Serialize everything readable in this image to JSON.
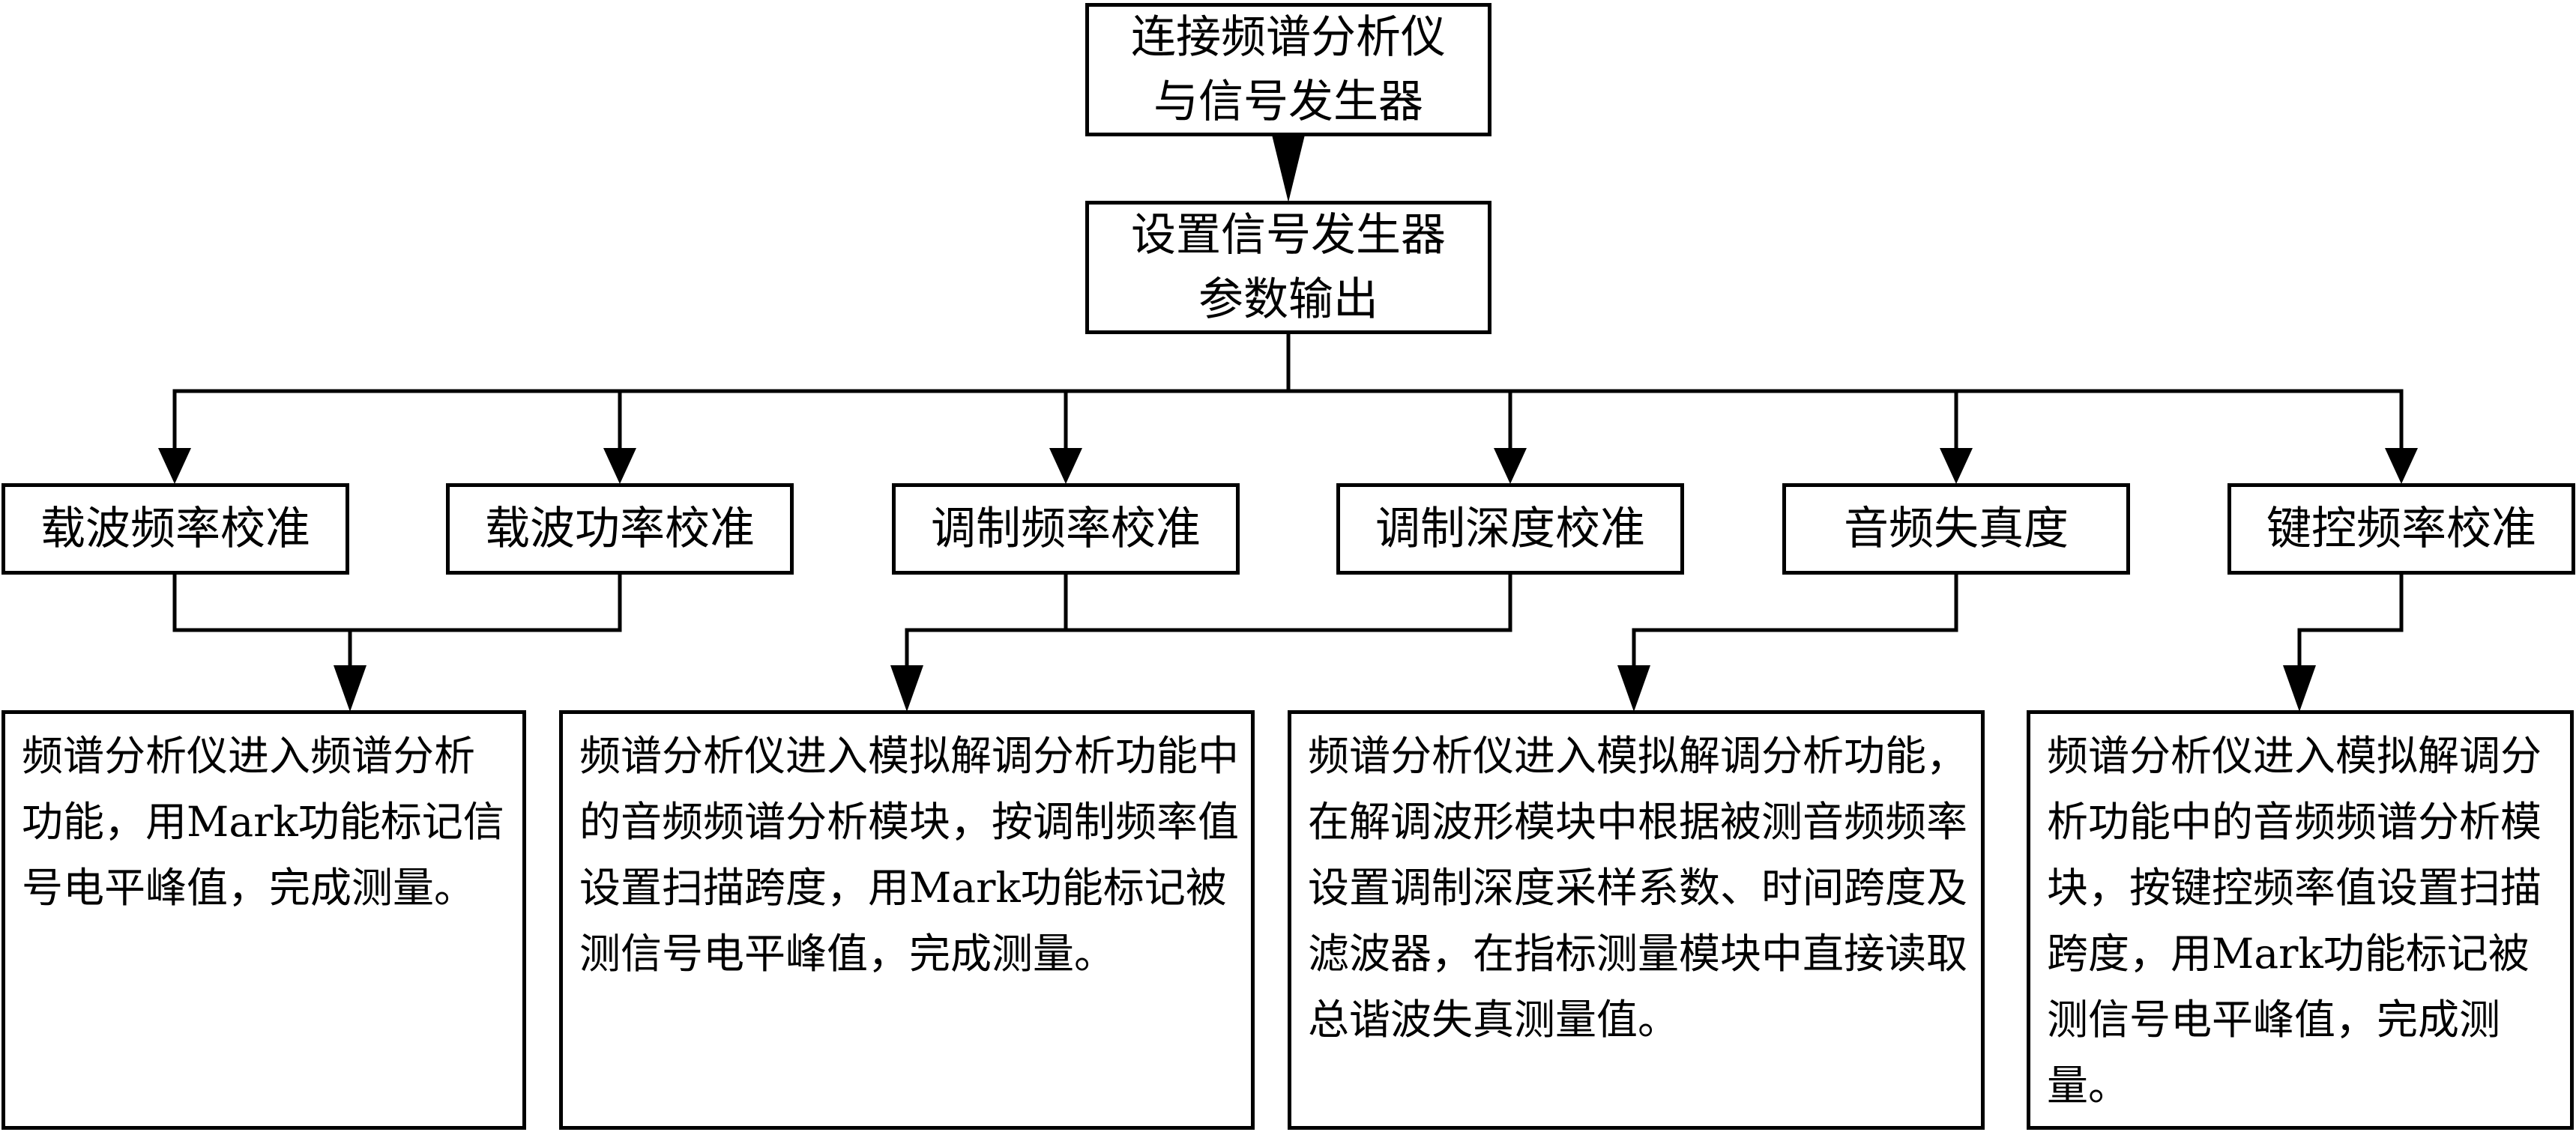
{
  "diagram": {
    "nodes": {
      "connect": "连接频谱分析仪与信号发生器",
      "setup": "设置信号发生器参数输出",
      "carrier_freq": "载波频率校准",
      "carrier_power": "载波功率校准",
      "mod_freq": "调制频率校准",
      "mod_depth": "调制深度校准",
      "audio_distortion": "音频失真度",
      "keying_freq": "键控频率校准",
      "proc_spectrum": "频谱分析仪进入频谱分析功能，用Mark功能标记信号电平峰值，完成测量。",
      "proc_audio_spectrum": "频谱分析仪进入模拟解调分析功能中的音频频谱分析模块，按调制频率值设置扫描跨度，用Mark功能标记被测信号电平峰值，完成测量。",
      "proc_demod_waveform": "频谱分析仪进入模拟解调分析功能，在解调波形模块中根据被测音频频率设置调制深度采样系数、时间跨度及滤波器，在指标测量模块中直接读取总谐波失真测量值。",
      "proc_keying": "频谱分析仪进入模拟解调分析功能中的音频频谱分析模块，按键控频率值设置扫描跨度，用Mark功能标记被测信号电平峰值，完成测量。"
    },
    "colors": {
      "line": "#000000",
      "box_border": "#000000",
      "background": "#ffffff"
    }
  }
}
